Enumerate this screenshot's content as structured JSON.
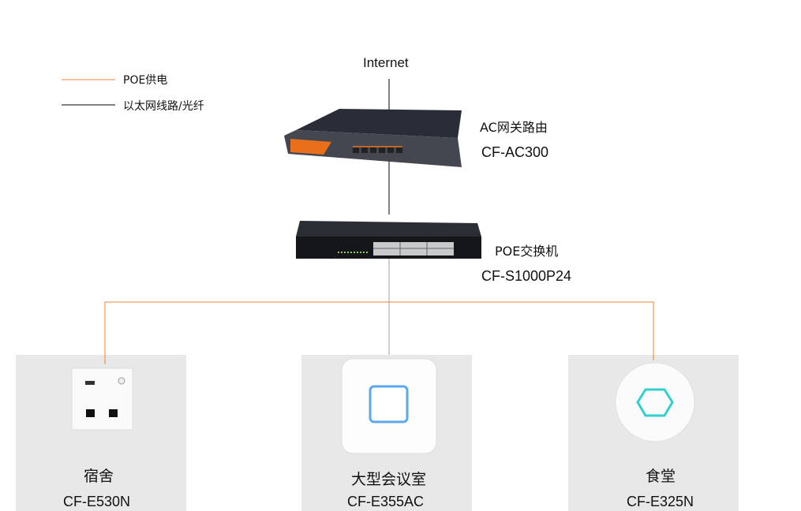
{
  "legend": [
    {
      "label": "POE供电",
      "color": "#f08030"
    },
    {
      "label": "以太网线路/光纤",
      "color": "#000000"
    }
  ],
  "internet": "Internet",
  "router": {
    "name": "AC网关路由",
    "model": "CF-AC300"
  },
  "switch": {
    "name": "POE交换机",
    "model": "CF-S1000P24"
  },
  "devices": [
    {
      "name": "宿舍",
      "model": "CF-E530N"
    },
    {
      "name": "大型会议室",
      "model": "CF-E355AC"
    },
    {
      "name": "食堂",
      "model": "CF-E325N"
    }
  ]
}
